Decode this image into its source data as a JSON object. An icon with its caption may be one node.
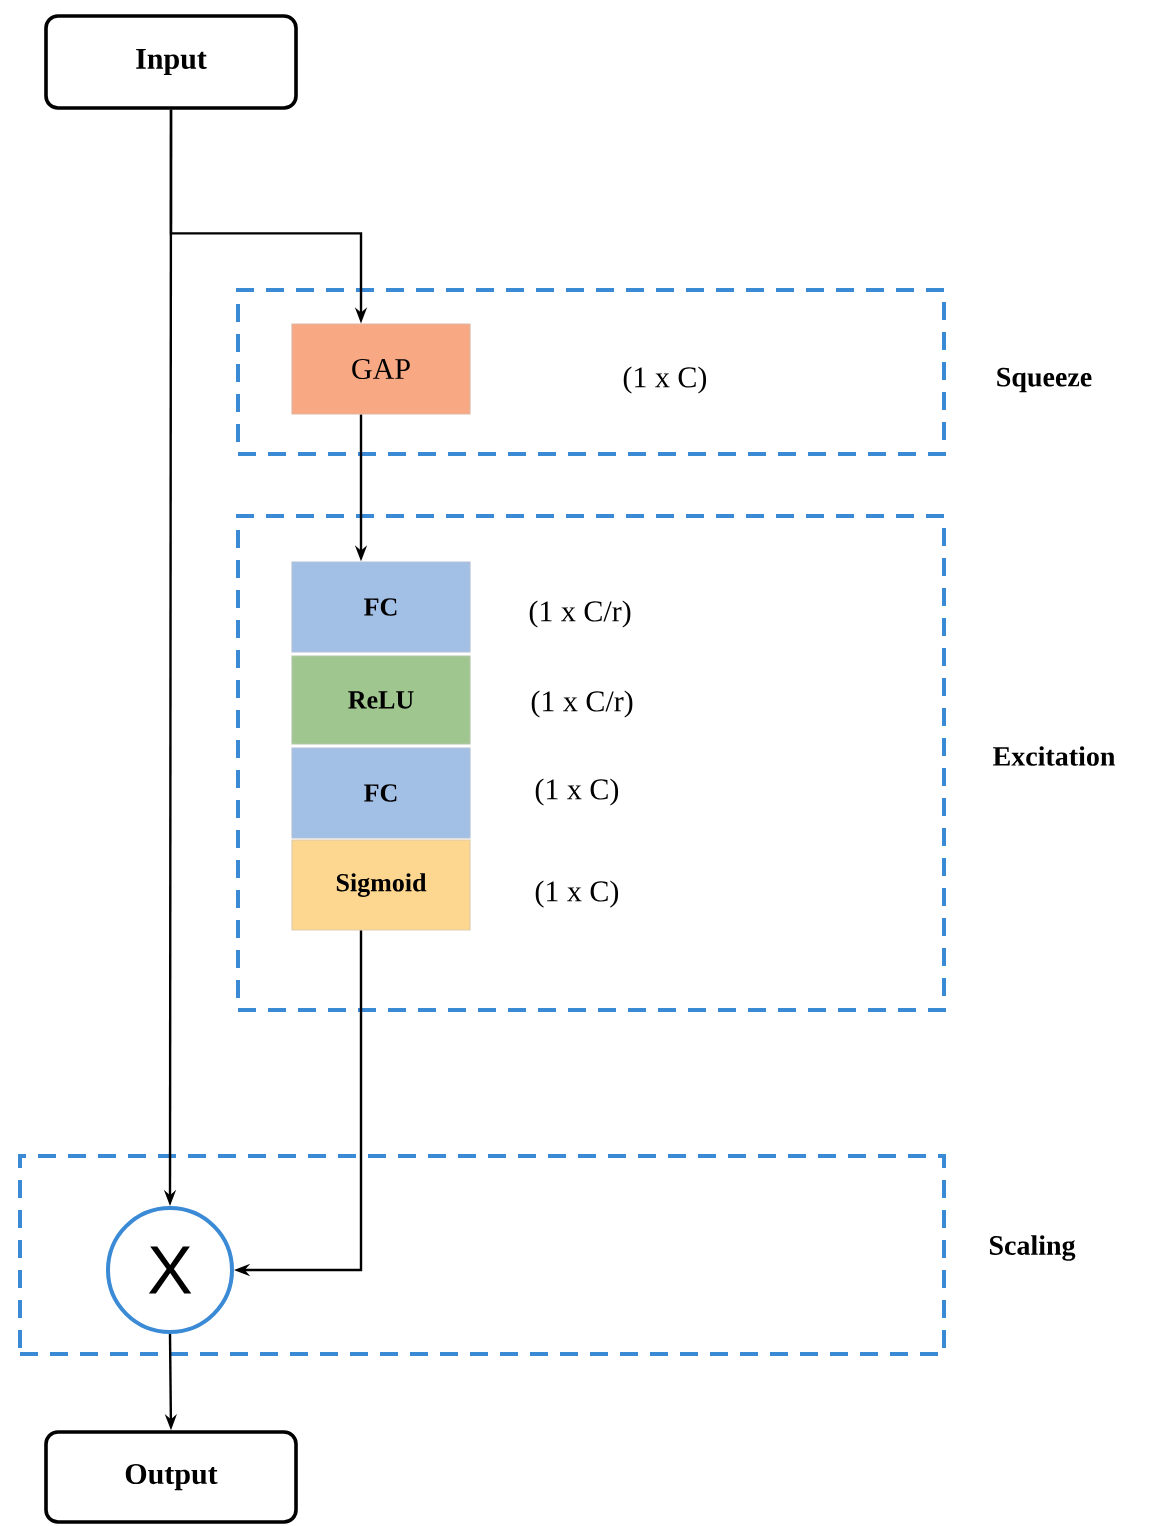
{
  "diagram": {
    "nodes": [
      {
        "text": [
          "Input"
        ]
      },
      {
        "text": [
          "Squeeze"
        ]
      },
      {
        "text": [
          "GAP"
        ],
        "in": 1
      },
      {
        "text": [
          "Excitation"
        ]
      },
      {
        "text": [
          "FC"
        ],
        "in": 3,
        "beside": [
          "(1 x C/r)"
        ]
      },
      {
        "text": [
          "ReLU"
        ],
        "in": 3,
        "beside": [
          "(1 x C/r)"
        ]
      },
      {
        "text": [
          "FC"
        ],
        "in": 3,
        "beside": [
          "(1 x C)"
        ]
      },
      {
        "text": [
          "Sigmoid"
        ],
        "in": 3,
        "beside": [
          "(1 x C)"
        ]
      },
      {
        "text": [
          "Scaling"
        ]
      },
      {
        "text": [
          "X"
        ],
        "in": 8
      },
      {
        "text": [
          "Output"
        ]
      }
    ],
    "edges": [
      {
        "from": 0,
        "to": 9,
        "arrow": "to"
      },
      {
        "from": 0,
        "to": 2,
        "arrow": "to"
      },
      {
        "from": 2,
        "to": 4,
        "arrow": "to"
      },
      {
        "from": 7,
        "to": 9,
        "arrow": "to"
      },
      {
        "from": 9,
        "to": 10,
        "arrow": "to"
      }
    ],
    "labels": [
      "(1 x C)"
    ]
  }
}
